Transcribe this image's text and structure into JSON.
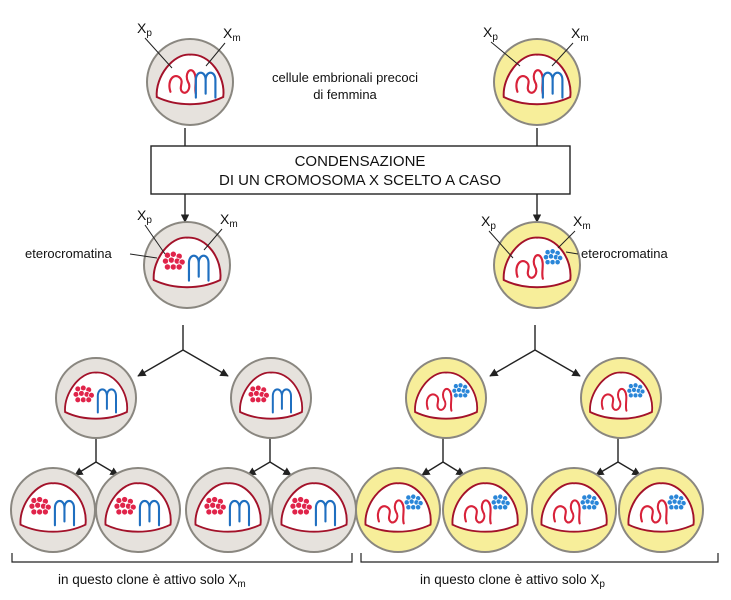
{
  "colors": {
    "maternal_cell_fill": "#e6e2dd",
    "paternal_cell_fill": "#f7ee9a",
    "cell_border": "#8a8780",
    "nucleus_border": "#a3122a",
    "nucleus_fill": "#ffffff",
    "xp_chromosome": "#d8223a",
    "xm_chromosome": "#1f6fc0",
    "xp_heterochromatin": "#e0244a",
    "xm_heterochromatin": "#2a86d8",
    "lines": "#222222"
  },
  "labels": {
    "xp_main": "X",
    "xp_sub": "p",
    "xm_main": "X",
    "xm_sub": "m",
    "early_cells": [
      "cellule embrionali precoci",
      "di femmina"
    ],
    "condensation": [
      "CONDENSAZIONE",
      "DI UN CROMOSOMA X SCELTO A CASO"
    ],
    "heterochromatin": "eterocromatina",
    "clone_left": "in questo clone è attivo solo",
    "clone_left_main": "X",
    "clone_left_sub": "m",
    "clone_right": "in questo clone è attivo solo",
    "clone_right_main": "X",
    "clone_right_sub": "p"
  }
}
